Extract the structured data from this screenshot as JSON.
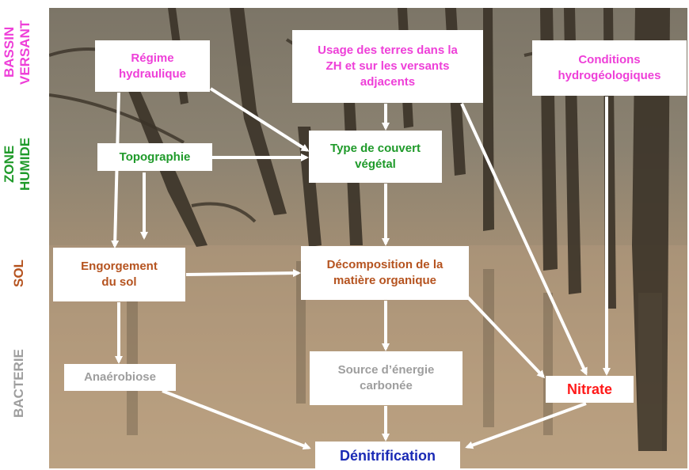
{
  "levels": {
    "bassin": {
      "label": "BASSIN\nVERSANT",
      "color": "#ee3fd8"
    },
    "zone": {
      "label": "ZONE\nHUMIDE",
      "color": "#1f9a2a"
    },
    "sol": {
      "label": "SOL",
      "color": "#b5531f"
    },
    "bacterie": {
      "label": "BACTERIE",
      "color": "#9e9e9e"
    }
  },
  "nodes": {
    "regime": {
      "label": "Régime\nhydraulique",
      "color": "#ee3fd8"
    },
    "usage": {
      "label": "Usage des terres dans la\nZH et sur les versants\nadjacents",
      "color": "#ee3fd8"
    },
    "conditions": {
      "label": "Conditions\nhydrogéologiques",
      "color": "#ee3fd8"
    },
    "topographie": {
      "label": "Topographie",
      "color": "#1f9a2a"
    },
    "couvert": {
      "label": "Type de couvert\nvégétal",
      "color": "#1f9a2a"
    },
    "engorgement": {
      "label": "Engorgement\ndu sol",
      "color": "#b5531f"
    },
    "decomposition": {
      "label": "Décomposition de la\nmatière organique",
      "color": "#b5531f"
    },
    "anaerobiose": {
      "label": "Anaérobiose",
      "color": "#9e9e9e"
    },
    "source": {
      "label": "Source d’énergie\ncarbonée",
      "color": "#9e9e9e"
    },
    "nitrate": {
      "label": "Nitrate",
      "color": "#ff1a1a"
    },
    "denitrification": {
      "label": "Dénitrification",
      "color": "#1a2ab5"
    }
  },
  "edges": [
    [
      "regime",
      "couvert"
    ],
    [
      "regime",
      "engorgement"
    ],
    [
      "topographie",
      "couvert"
    ],
    [
      "topographie",
      "engorgement"
    ],
    [
      "usage",
      "couvert"
    ],
    [
      "usage",
      "nitrate"
    ],
    [
      "conditions",
      "nitrate"
    ],
    [
      "couvert",
      "decomposition"
    ],
    [
      "engorgement",
      "decomposition"
    ],
    [
      "engorgement",
      "anaerobiose"
    ],
    [
      "decomposition",
      "source"
    ],
    [
      "decomposition",
      "nitrate"
    ],
    [
      "anaerobiose",
      "denitrification"
    ],
    [
      "source",
      "denitrification"
    ],
    [
      "nitrate",
      "denitrification"
    ]
  ],
  "colors": {
    "arrow": "#ffffff",
    "box": "#ffffff"
  }
}
